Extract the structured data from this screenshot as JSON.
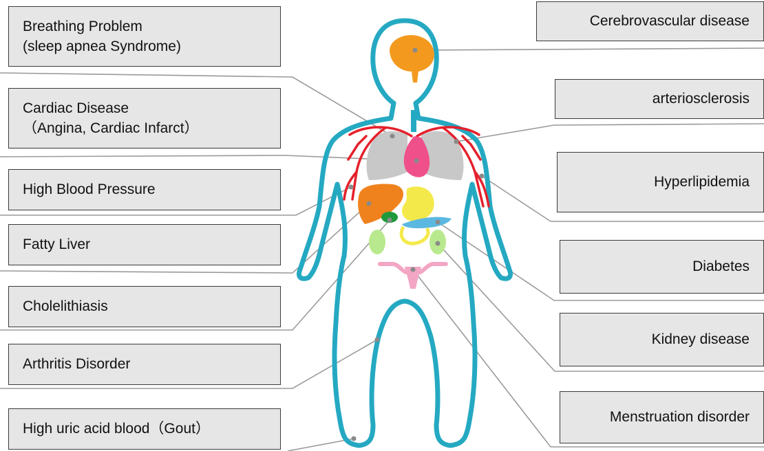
{
  "diagram": {
    "left_labels": [
      {
        "key": "breathing",
        "lines": [
          "Breathing Problem",
          "(sleep apnea Syndrome)"
        ]
      },
      {
        "key": "cardiac",
        "lines": [
          "Cardiac Disease",
          "（Angina, Cardiac Infarct）"
        ]
      },
      {
        "key": "blood_pressure",
        "lines": [
          "High Blood Pressure"
        ]
      },
      {
        "key": "fatty_liver",
        "lines": [
          "Fatty Liver"
        ]
      },
      {
        "key": "cholelithiasis",
        "lines": [
          "Cholelithiasis"
        ]
      },
      {
        "key": "arthritis",
        "lines": [
          "Arthritis Disorder"
        ]
      },
      {
        "key": "gout",
        "lines": [
          "High uric acid blood（Gout）"
        ]
      }
    ],
    "right_labels": [
      {
        "key": "cerebrovascular",
        "lines": [
          "Cerebrovascular disease"
        ]
      },
      {
        "key": "arteriosclerosis",
        "lines": [
          "arteriosclerosis"
        ]
      },
      {
        "key": "hyperlipidemia",
        "lines": [
          "Hyperlipidemia"
        ]
      },
      {
        "key": "diabetes",
        "lines": [
          "Diabetes"
        ]
      },
      {
        "key": "kidney",
        "lines": [
          "Kidney disease"
        ]
      },
      {
        "key": "menstruation",
        "lines": [
          "Menstruation disorder"
        ]
      }
    ],
    "colors": {
      "body_outline": "#25a9c2",
      "brain": "#f39a1e",
      "artery": "#e5202b",
      "lungs": "#c8c8c8",
      "heart": "#f0508a",
      "liver": "#f0821e",
      "gallbladder": "#1e9a3c",
      "stomach": "#f4e94a",
      "pancreas": "#5bb8e0",
      "kidney": "#b9e98e",
      "uterus": "#f3a6c4",
      "leader_line": "#9a9a9a",
      "label_fill": "#e6e6e6",
      "label_border": "#3a3a3a"
    }
  }
}
